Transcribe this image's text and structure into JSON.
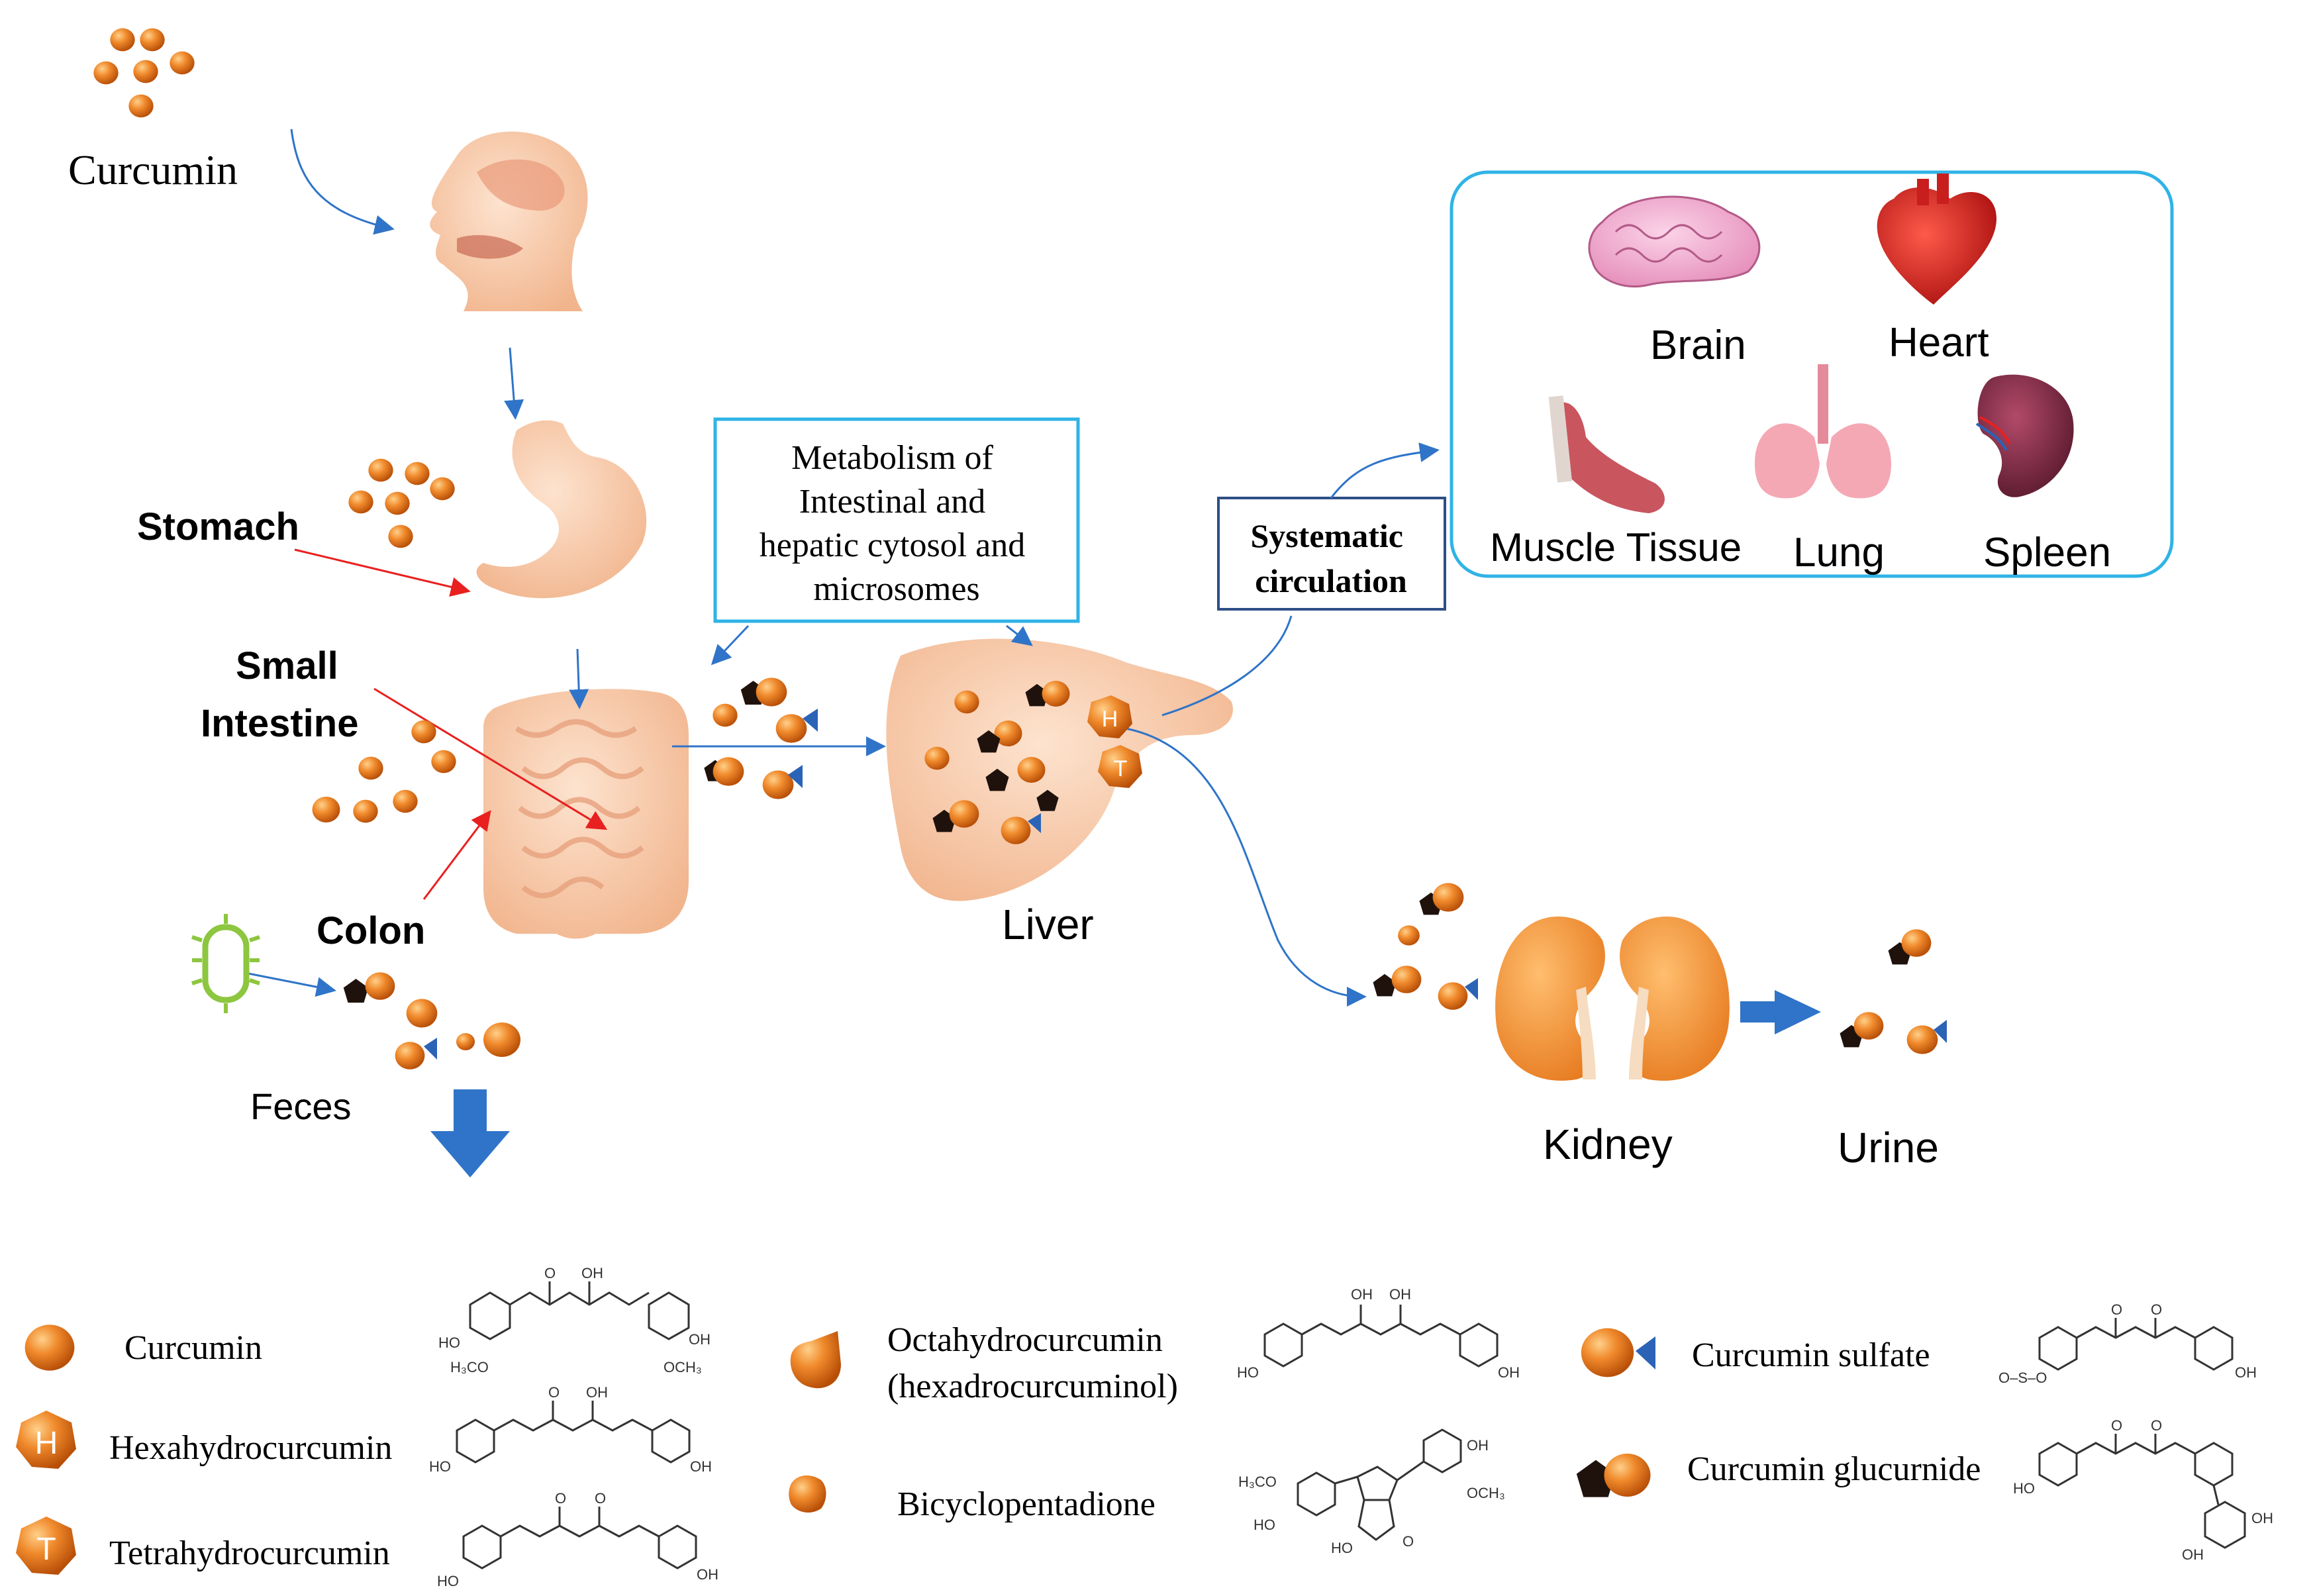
{
  "labels": {
    "curcumin_top": "Curcumin",
    "stomach": "Stomach",
    "small_intestine_1": "Small",
    "small_intestine_2": "Intestine",
    "colon": "Colon",
    "feces": "Feces",
    "liver": "Liver",
    "kidney": "Kidney",
    "urine": "Urine"
  },
  "metabolism_box": {
    "line1": "Metabolism of",
    "line2": "Intestinal and",
    "line3": "hepatic cytosol and",
    "line4": "microsomes"
  },
  "circulation_box": {
    "line1": "Systematic",
    "line2": "circulation"
  },
  "organs": {
    "brain": "Brain",
    "heart": "Heart",
    "muscle": "Muscle Tissue",
    "lung": "Lung",
    "spleen": "Spleen"
  },
  "badges": {
    "hexa": "H",
    "tetra": "T"
  },
  "legend": {
    "curcumin": "Curcumin",
    "hexahydro": "Hexahydrocurcumin",
    "tetrahydro": "Tetrahydrocurcumin",
    "octahydro_1": "Octahydrocurcumin",
    "octahydro_2": "(hexadrocurcuminol)",
    "bicyclo": "Bicyclopentadione",
    "sulfate": "Curcumin sulfate",
    "glucuronide": "Curcumin glucurnide"
  },
  "structure_labels": {
    "curcumin_oh_top": "OH",
    "curcumin_o_top": "O",
    "curcumin_ho": "HO",
    "curcumin_h3co": "H₃CO",
    "curcumin_och3": "OCH₃",
    "curcumin_oh": "OH",
    "hexa_o": "O",
    "hexa_oh_top": "OH",
    "hexa_ho": "HO",
    "hexa_oh": "OH",
    "tetra_o1": "O",
    "tetra_o2": "O",
    "tetra_ho": "HO",
    "tetra_oh": "OH",
    "octa_oh1": "OH",
    "octa_oh2": "OH",
    "octa_ho": "HO",
    "octa_oh": "OH",
    "bicyclo_h3co": "H₃CO",
    "bicyclo_ho": "HO",
    "bicyclo_ho2": "HO",
    "bicyclo_oh": "OH",
    "bicyclo_och3": "OCH₃",
    "bicyclo_o": "O",
    "sulfate_o1": "O",
    "sulfate_o2": "O",
    "sulfate_so3": "O–S–O",
    "sulfate_oh": "OH",
    "gluc_o1": "O",
    "gluc_o2": "O",
    "gluc_ho": "HO",
    "gluc_oh": "OH",
    "gluc_cooh": "OH"
  },
  "colors": {
    "arrow_blue": "#2f74c8",
    "arrow_red": "#e8201f",
    "box_cyan": "#2fb3e6",
    "box_navy": "#2e4f86",
    "orange": "#f28a2e",
    "orange_dark": "#c85a10",
    "skin": "#f7c9a6",
    "dark_pentagon": "#1f120c",
    "sulfate_blue": "#2b63b6",
    "bacteria_green": "#8dc63f"
  }
}
